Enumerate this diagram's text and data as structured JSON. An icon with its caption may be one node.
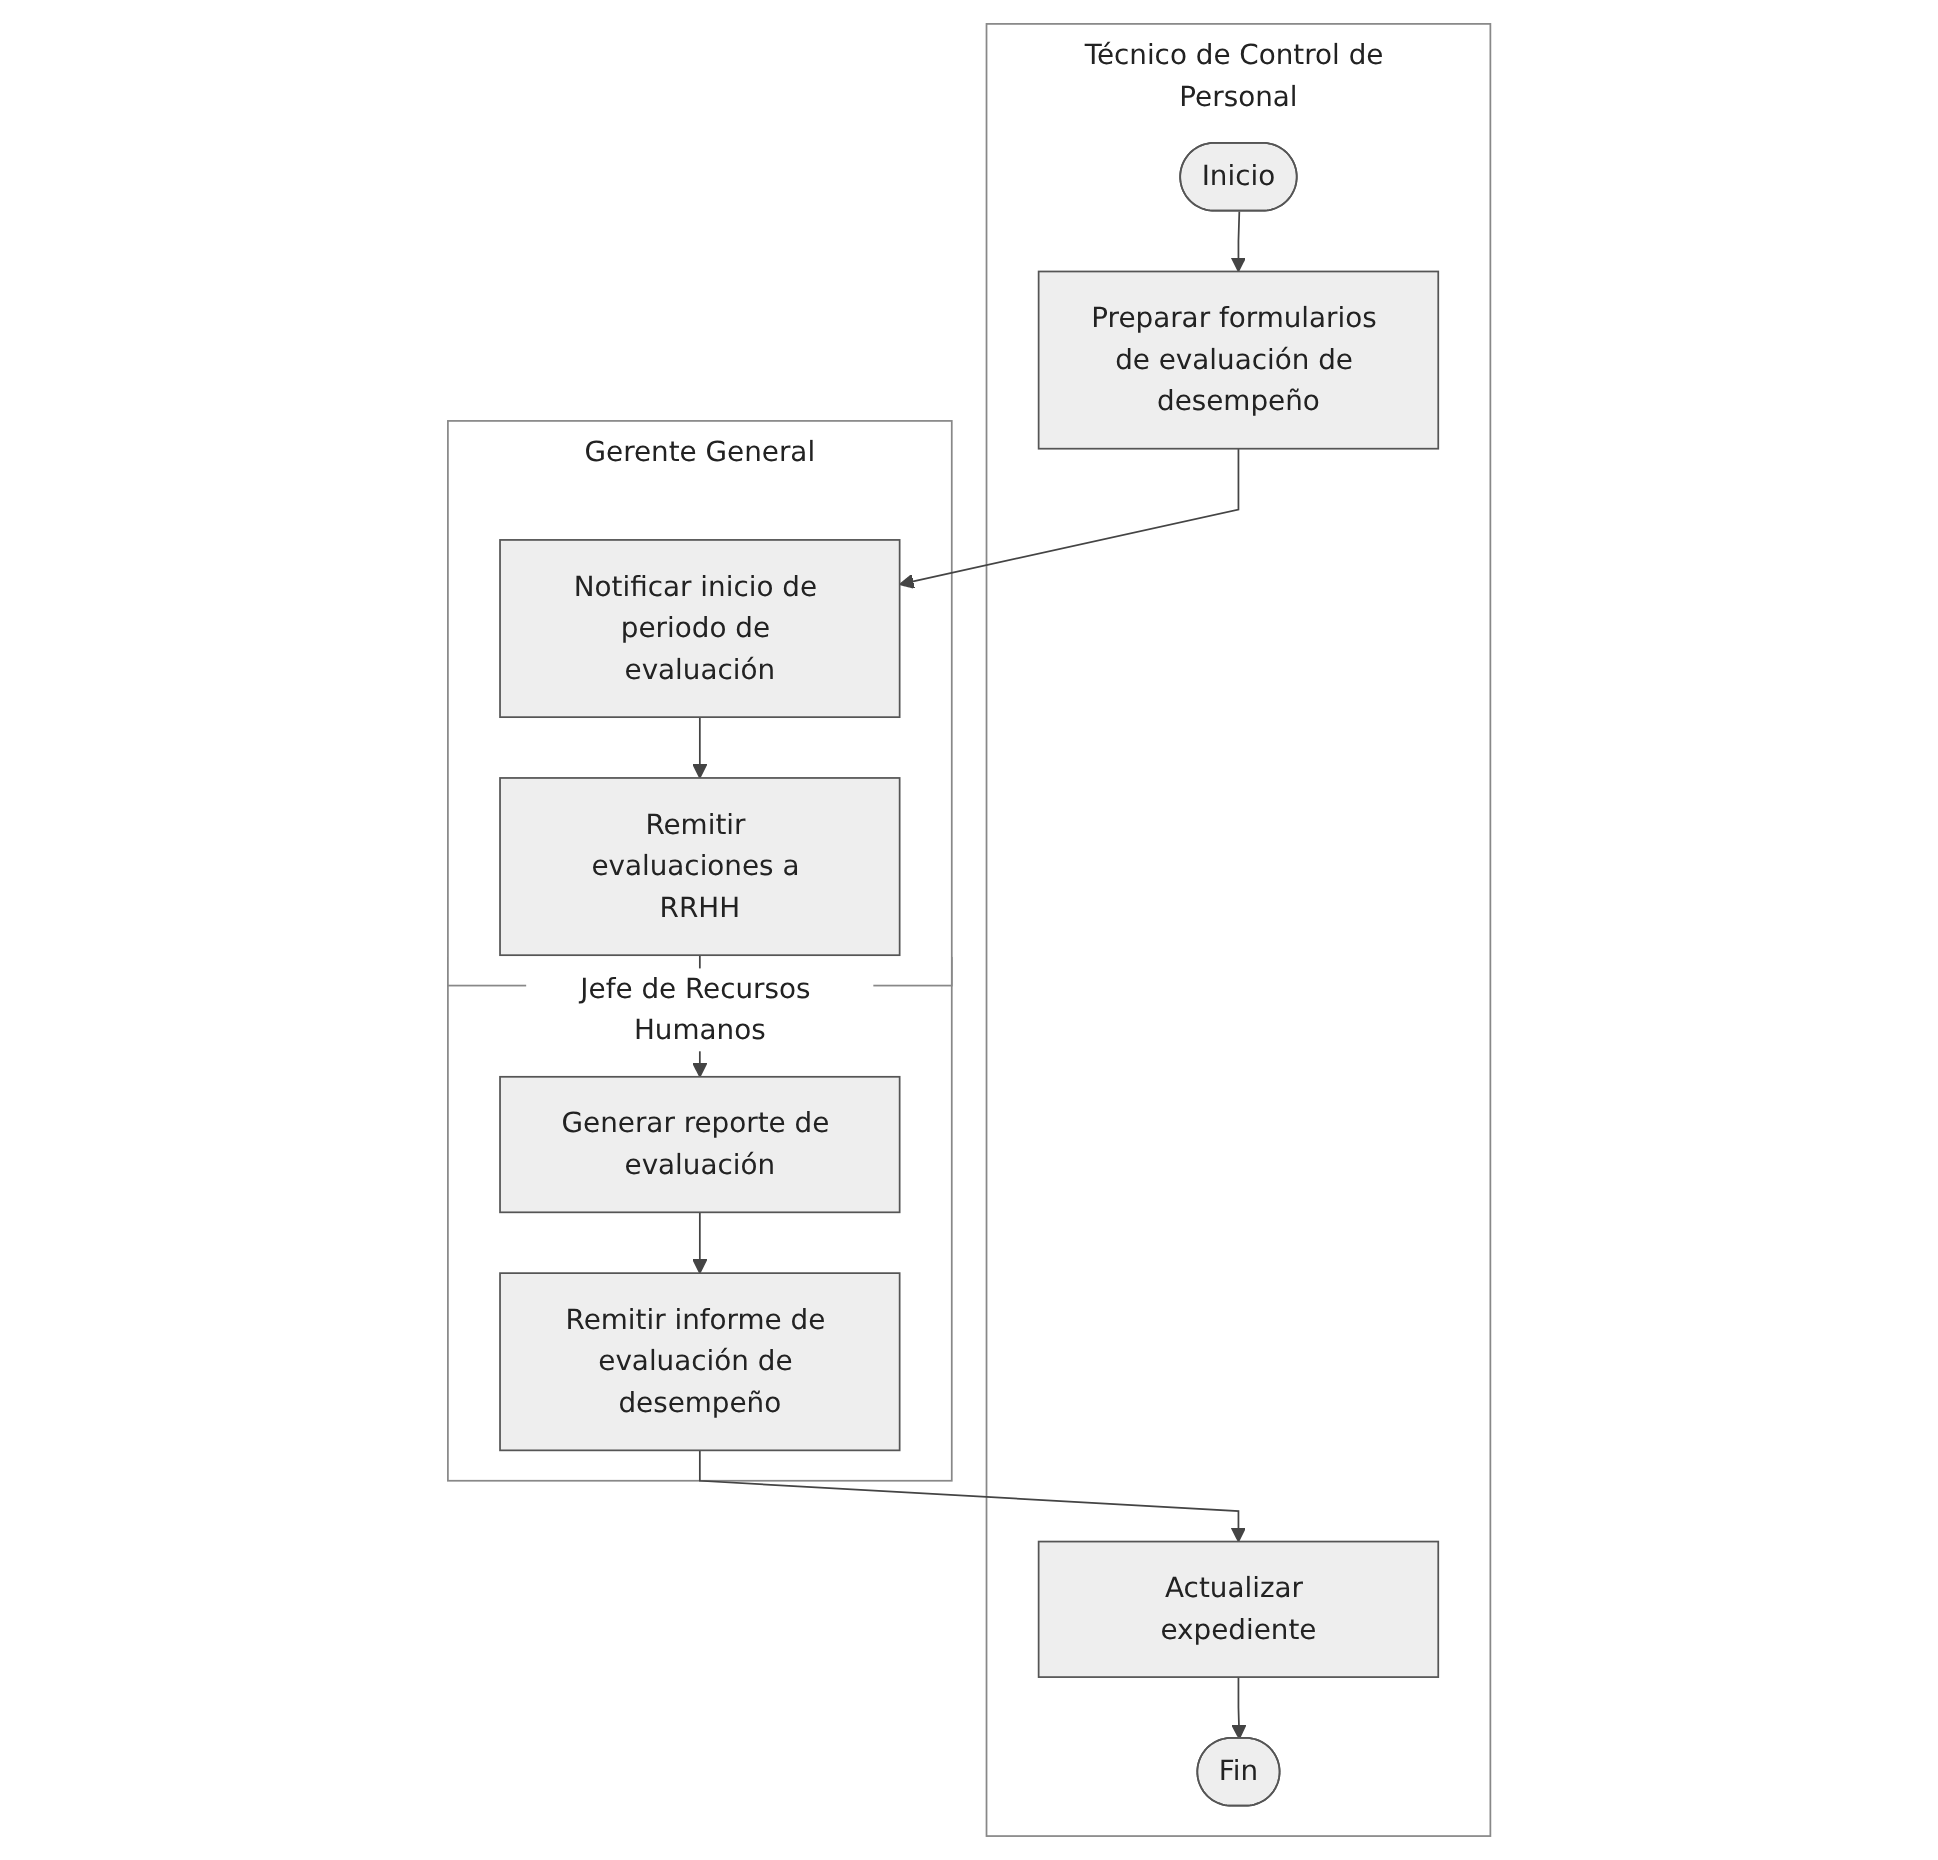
{
  "diagram": {
    "nodes": [
      {
        "text": [
          "Técnico de Control de Personal"
        ]
      },
      {
        "text": [
          "Inicio"
        ],
        "in": 0
      },
      {
        "text": [
          "Preparar formularios de evaluación de desempeño"
        ],
        "in": 0
      },
      {
        "text": [
          "Actualizar expediente"
        ],
        "in": 0
      },
      {
        "text": [
          "Fin"
        ],
        "in": 0
      },
      {
        "text": [
          "Gerente General"
        ]
      },
      {
        "text": [
          "Notificar inicio de periodo de evaluación"
        ],
        "in": 5
      },
      {
        "text": [
          "Remitir evaluaciones a RRHH"
        ],
        "in": 5
      },
      {
        "text": [
          "Jefe de Recursos Humanos"
        ]
      },
      {
        "text": [
          "Generar reporte de evaluación"
        ],
        "in": 8
      },
      {
        "text": [
          "Remitir informe de evaluación de desempeño"
        ],
        "in": 8
      }
    ],
    "edges": [
      {
        "from": 1,
        "to": 2,
        "arrow": "to"
      },
      {
        "from": 2,
        "to": 6,
        "arrow": "to"
      },
      {
        "from": 6,
        "to": 7,
        "arrow": "to"
      },
      {
        "from": 7,
        "to": 9,
        "arrow": "to"
      },
      {
        "from": 9,
        "to": 10,
        "arrow": "to"
      },
      {
        "from": 10,
        "to": 3,
        "arrow": "to"
      },
      {
        "from": 3,
        "to": 4,
        "arrow": "to"
      }
    ]
  }
}
